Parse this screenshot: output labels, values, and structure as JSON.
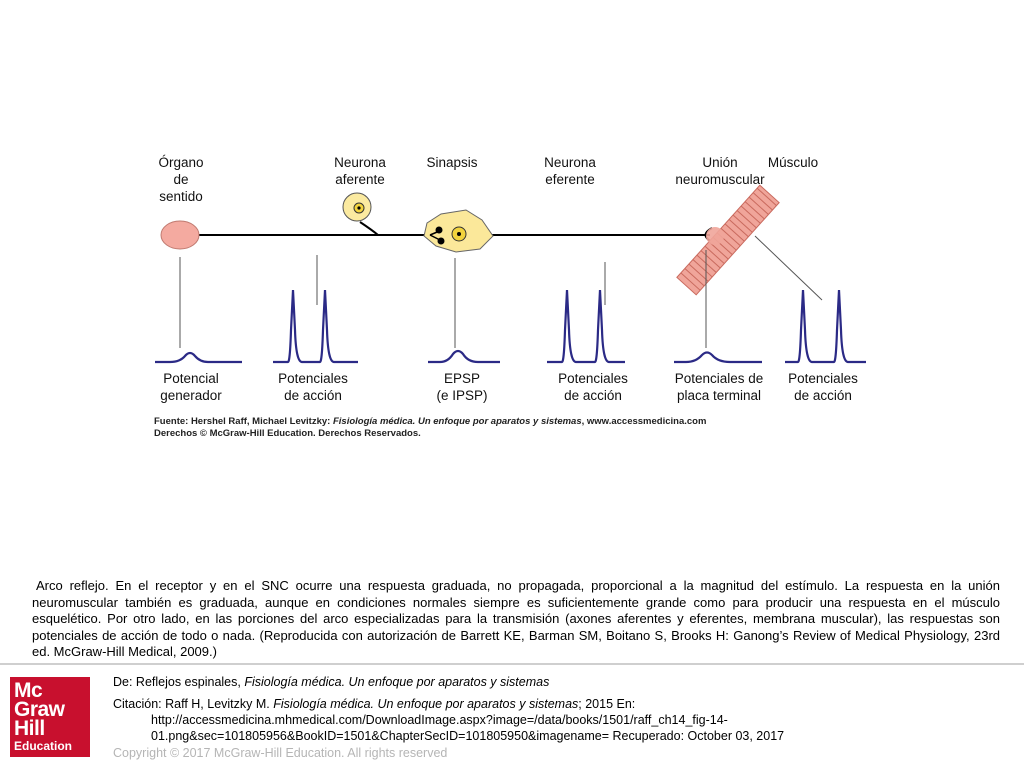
{
  "figure": {
    "labels_top": [
      {
        "lines": [
          "Órgano",
          "de",
          "sentido"
        ]
      },
      {
        "lines": [
          "Neurona",
          "aferente"
        ]
      },
      {
        "lines": [
          "Sinapsis"
        ]
      },
      {
        "lines": [
          "Neurona",
          "eferente"
        ]
      },
      {
        "lines": [
          "Unión",
          "neuromuscular"
        ]
      },
      {
        "lines": [
          "Músculo"
        ]
      }
    ],
    "labels_bottom": [
      {
        "lines": [
          "Potencial",
          "generador"
        ]
      },
      {
        "lines": [
          "Potenciales",
          "de acción"
        ]
      },
      {
        "lines": [
          "EPSP",
          "(e IPSP)"
        ]
      },
      {
        "lines": [
          "Potenciales",
          "de acción"
        ]
      },
      {
        "lines": [
          "Potenciales de",
          "placa terminal"
        ]
      },
      {
        "lines": [
          "Potenciales",
          "de acción"
        ]
      }
    ],
    "source_line1_prefix": "Fuente: Hershel Raff, Michael Levitzky: ",
    "source_line1_italic": "Fisiología médica. Un enfoque por aparatos y sistemas",
    "source_line1_suffix": ", www.accessmedicina.com",
    "source_line2": "Derechos © McGraw-Hill Education. Derechos Reservados.",
    "colors": {
      "sense_organ": "#f4aaa0",
      "neuron_body": "#fbeaa0",
      "synapse_body": "#fbe89a",
      "muscle": "#f0a59a",
      "trace": "#2b2a86",
      "axon": "#000000"
    }
  },
  "caption": "Arco reflejo. En el receptor y en el SNC ocurre una respuesta graduada, no propagada, proporcional a la magnitud del estímulo. La respuesta en la unión neuromuscular también es graduada, aunque en condiciones normales siempre es suficientemente grande como para producir una respuesta en el músculo esquelético. Por otro lado, en las porciones del arco especializadas para la transmisión (axones aferentes y eferentes, membrana muscular), las respuestas son potenciales de acción de todo o nada. (Reproducida con autorización de Barrett KE, Barman SM, Boitano S, Brooks H: Ganong’s Review of Medical Physiology, 23rd ed. McGraw-Hill Medical, 2009.)",
  "logo": {
    "line1": "Mc",
    "line2": "Graw",
    "line3": "Hill",
    "line4": "Education",
    "color": "#c8102e"
  },
  "info": {
    "de_prefix": "De: Reflejos espinales, ",
    "de_italic": "Fisiología médica. Un enfoque por aparatos y sistemas",
    "citacion_prefix": "Citación: Raff H, Levitzky M. ",
    "citacion_italic": "Fisiología médica. Un enfoque por aparatos y sistemas",
    "citacion_suffix": "; 2015 En:",
    "url_line1": "http://accessmedicina.mhmedical.com/DownloadImage.aspx?image=/data/books/1501/raff_ch14_fig-14-",
    "url_line2": "01.png&sec=101805956&BookID=1501&ChapterSecID=101805950&imagename= Recuperado: October 03, 2017"
  },
  "copyright": "Copyright © 2017 McGraw-Hill Education. All rights reserved"
}
